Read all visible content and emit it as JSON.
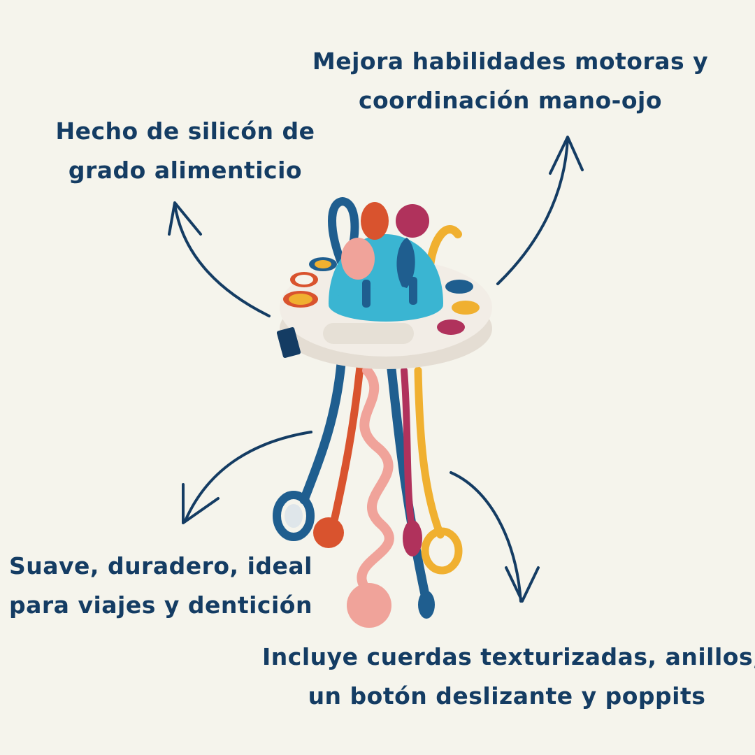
{
  "colors": {
    "background": "#f5f4ec",
    "text": "#143c63",
    "arrow": "#143c63",
    "toy_base": "#f2ede6",
    "toy_dome": "#3ab5d2",
    "toy_blue": "#1f5e8f",
    "toy_red": "#d9532e",
    "toy_pink": "#f0a39a",
    "toy_magenta": "#b0325c",
    "toy_yellow": "#f0b030"
  },
  "captions": {
    "top_right": {
      "line1": "Mejora habilidades motoras y",
      "line2": "coordinación mano-ojo"
    },
    "top_left": {
      "line1": "Hecho de silicón de",
      "line2": "grado alimenticio"
    },
    "bottom_left": {
      "line1": "Suave, duradero, ideal",
      "line2": "para viajes y dentición"
    },
    "bottom_right": {
      "line1": "Incluye cuerdas texturizadas, anillos,",
      "line2": "un botón deslizante y poppits"
    }
  },
  "icons": [
    "arrow-icon",
    "sensory-toy-icon"
  ]
}
